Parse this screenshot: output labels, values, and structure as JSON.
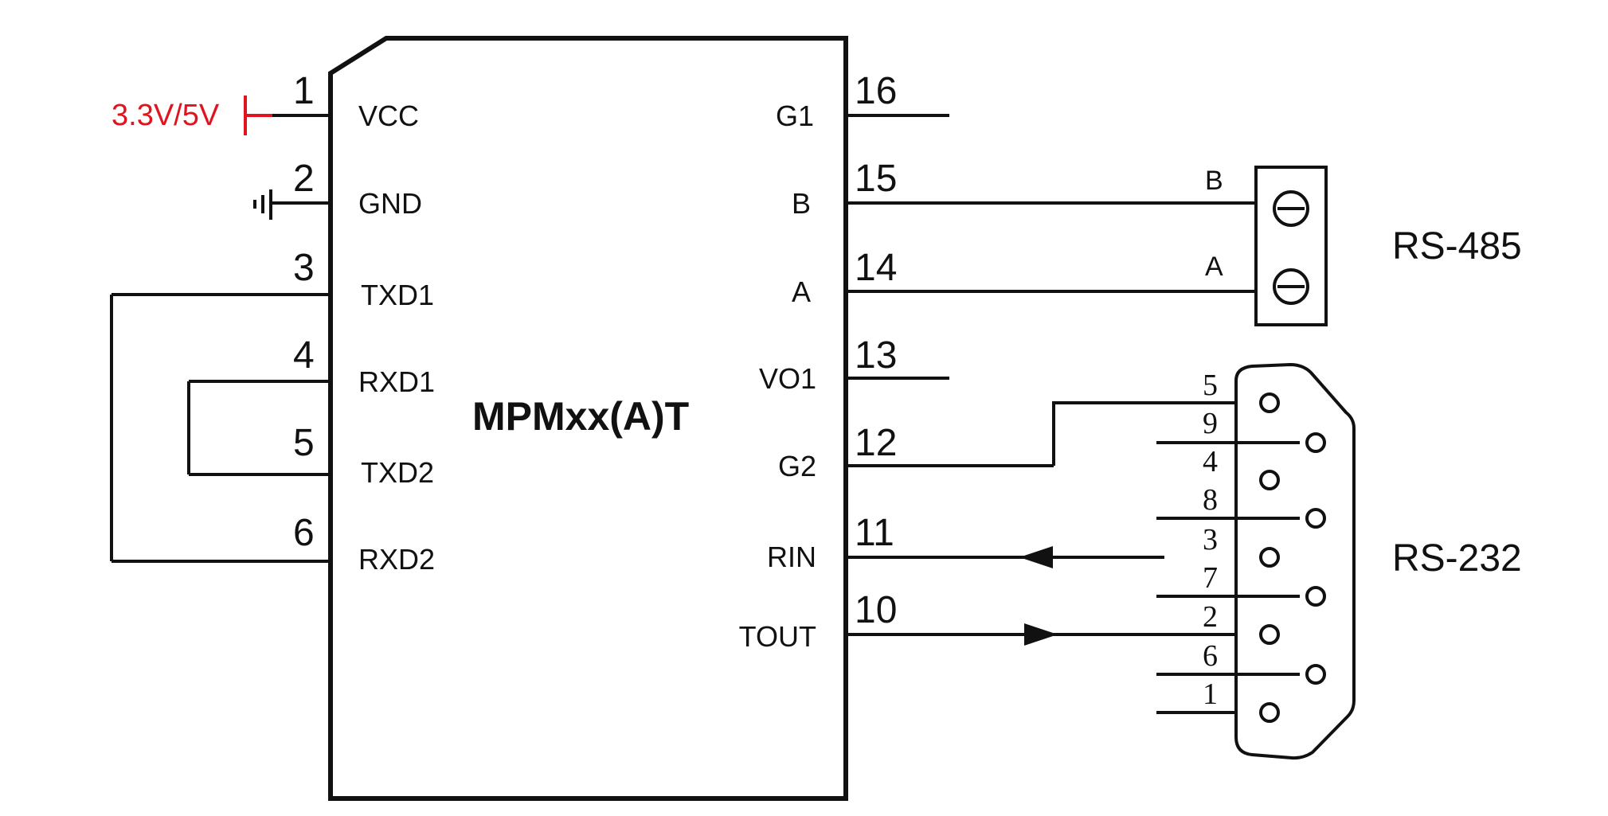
{
  "chip": {
    "name": "MPMxx(A)T",
    "left_pins": [
      {
        "num": "1",
        "label": "VCC"
      },
      {
        "num": "2",
        "label": "GND"
      },
      {
        "num": "3",
        "label": "TXD1"
      },
      {
        "num": "4",
        "label": "RXD1"
      },
      {
        "num": "5",
        "label": "TXD2"
      },
      {
        "num": "6",
        "label": "RXD2"
      }
    ],
    "right_pins": [
      {
        "num": "16",
        "label": "G1"
      },
      {
        "num": "15",
        "label": "B"
      },
      {
        "num": "14",
        "label": "A"
      },
      {
        "num": "13",
        "label": "VO1"
      },
      {
        "num": "12",
        "label": "G2"
      },
      {
        "num": "11",
        "label": "RIN"
      },
      {
        "num": "10",
        "label": "TOUT"
      }
    ]
  },
  "power": {
    "label": "3.3V/5V",
    "color": "#e0141e"
  },
  "rs485": {
    "title": "RS-485",
    "terminal_b": "B",
    "terminal_a": "A"
  },
  "rs232": {
    "title": "RS-232",
    "pins": [
      "5",
      "9",
      "4",
      "8",
      "3",
      "7",
      "2",
      "6",
      "1"
    ]
  },
  "colors": {
    "line": "#111111",
    "power": "#e0141e"
  }
}
